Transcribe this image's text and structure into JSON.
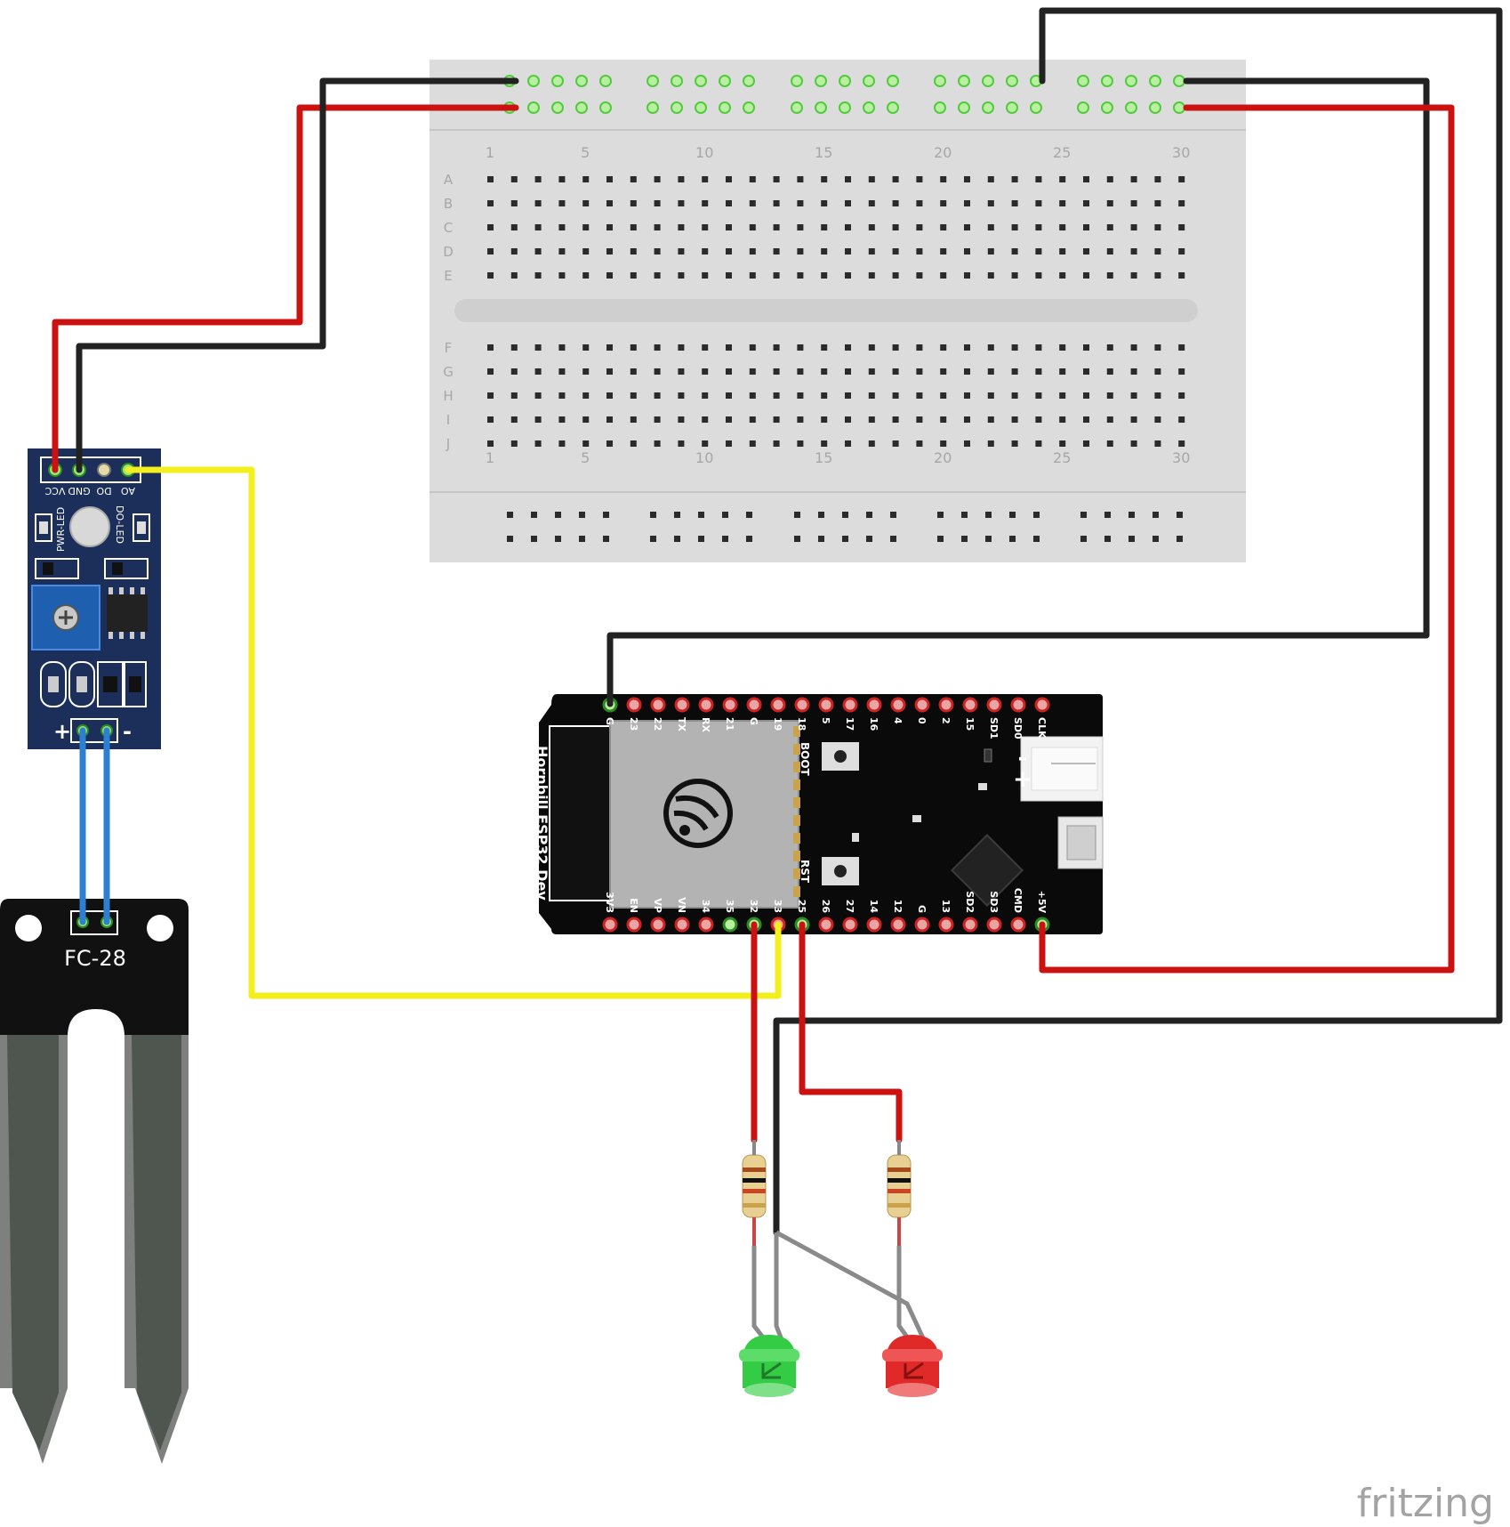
{
  "breadboard": {
    "column_numbers": [
      "1",
      "5",
      "10",
      "15",
      "20",
      "25",
      "30"
    ],
    "row_letters_top": [
      "A",
      "B",
      "C",
      "D",
      "E"
    ],
    "row_letters_bottom": [
      "F",
      "G",
      "H",
      "I",
      "J"
    ]
  },
  "sensor_module": {
    "pin_labels": [
      "VCC",
      "GND",
      "DO",
      "AO"
    ],
    "pwr_led_label": "PWR-LED",
    "do_led_label": "DO-LED",
    "plus_label": "+",
    "minus_label": "-"
  },
  "probe": {
    "label": "FC-28"
  },
  "esp32": {
    "board_name": "Hornbill ESP32 Dev",
    "top_pins": [
      "G",
      "23",
      "22",
      "TX",
      "RX",
      "21",
      "G",
      "19",
      "18",
      "5",
      "17",
      "16",
      "4",
      "0",
      "2",
      "15",
      "SD1",
      "SD0",
      "CLK"
    ],
    "bottom_pins": [
      "3V3",
      "EN",
      "VP",
      "VN",
      "34",
      "35",
      "32",
      "33",
      "25",
      "26",
      "27",
      "14",
      "12",
      "G",
      "13",
      "SD2",
      "SD3",
      "CMD",
      "+5V"
    ],
    "boot_label": "BOOT",
    "rst_label": "RST",
    "battery_minus": "-",
    "battery_plus": "+"
  },
  "brand": {
    "text": "fritzing"
  },
  "colors": {
    "power": "#cc1111",
    "ground": "#222222",
    "signal": "#f2ef1c",
    "probe_wire": "#2d7fd1",
    "led_leg": "#8a8a8a",
    "green_led": "#33cc44",
    "red_led": "#e02a2a"
  }
}
